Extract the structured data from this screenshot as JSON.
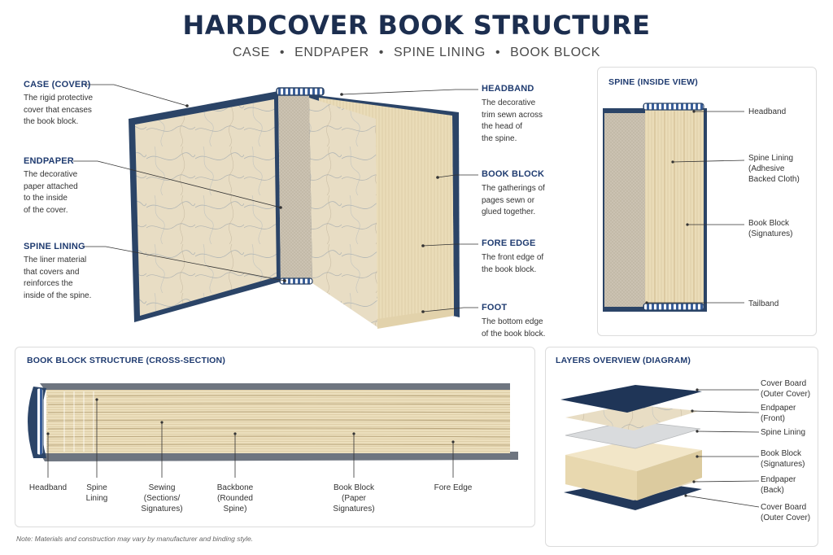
{
  "title": "HARDCOVER BOOK STRUCTURE",
  "subtitle": {
    "items": [
      "CASE",
      "ENDPAPER",
      "SPINE LINING",
      "BOOK BLOCK"
    ],
    "separator": "•"
  },
  "callouts_left": [
    {
      "label": "CASE (COVER)",
      "desc": [
        "The rigid protective",
        "cover that encases",
        "the book block."
      ]
    },
    {
      "label": "ENDPAPER",
      "desc": [
        "The decorative",
        "paper attached",
        "to the inside",
        "of the cover."
      ]
    },
    {
      "label": "SPINE LINING",
      "desc": [
        "The liner material",
        "that covers and",
        "reinforces the",
        "inside of the spine."
      ]
    }
  ],
  "callouts_right": [
    {
      "label": "HEADBAND",
      "desc": [
        "The decorative",
        "trim sewn across",
        "the head of",
        "the spine."
      ]
    },
    {
      "label": "BOOK BLOCK",
      "desc": [
        "The gatherings of",
        "pages sewn or",
        "glued together."
      ]
    },
    {
      "label": "FORE EDGE",
      "desc": [
        "The front edge of",
        "the book block."
      ]
    },
    {
      "label": "FOOT",
      "desc": [
        "The bottom edge",
        "of the book block."
      ]
    }
  ],
  "spine_panel": {
    "title": "SPINE (INSIDE VIEW)",
    "labels": [
      {
        "text": [
          "Headband"
        ]
      },
      {
        "text": [
          "Spine Lining",
          "(Adhesive",
          "Backed Cloth)"
        ]
      },
      {
        "text": [
          "Book Block",
          "(Signatures)"
        ]
      },
      {
        "text": [
          "Tailband"
        ]
      }
    ]
  },
  "cross_panel": {
    "title": "BOOK BLOCK STRUCTURE (CROSS-SECTION)",
    "labels": [
      {
        "text": [
          "Headband"
        ]
      },
      {
        "text": [
          "Spine",
          "Lining"
        ]
      },
      {
        "text": [
          "Sewing",
          "(Sections/",
          "Signatures)"
        ]
      },
      {
        "text": [
          "Backbone",
          "(Rounded",
          "Spine)"
        ]
      },
      {
        "text": [
          "Book Block",
          "(Paper",
          "Signatures)"
        ]
      },
      {
        "text": [
          "Fore Edge"
        ]
      }
    ]
  },
  "layers_panel": {
    "title": "LAYERS OVERVIEW (DIAGRAM)",
    "labels": [
      {
        "text": [
          "Cover Board",
          "(Outer Cover)"
        ]
      },
      {
        "text": [
          "Endpaper",
          "(Front)"
        ]
      },
      {
        "text": [
          "Spine Lining"
        ]
      },
      {
        "text": [
          "Book Block",
          "(Signatures)"
        ]
      },
      {
        "text": [
          "Endpaper",
          "(Back)"
        ]
      },
      {
        "text": [
          "Cover Board",
          "(Outer Cover)"
        ]
      }
    ]
  },
  "note": "Note: Materials and construction may vary by manufacturer and binding style.",
  "colors": {
    "navy": "#1c2e4f",
    "cover_blue": "#2b4467",
    "label_blue": "#1f3b70",
    "paper": "#efe3c6",
    "cloth": "#c9bfae",
    "marble": "#e7dcc2"
  }
}
